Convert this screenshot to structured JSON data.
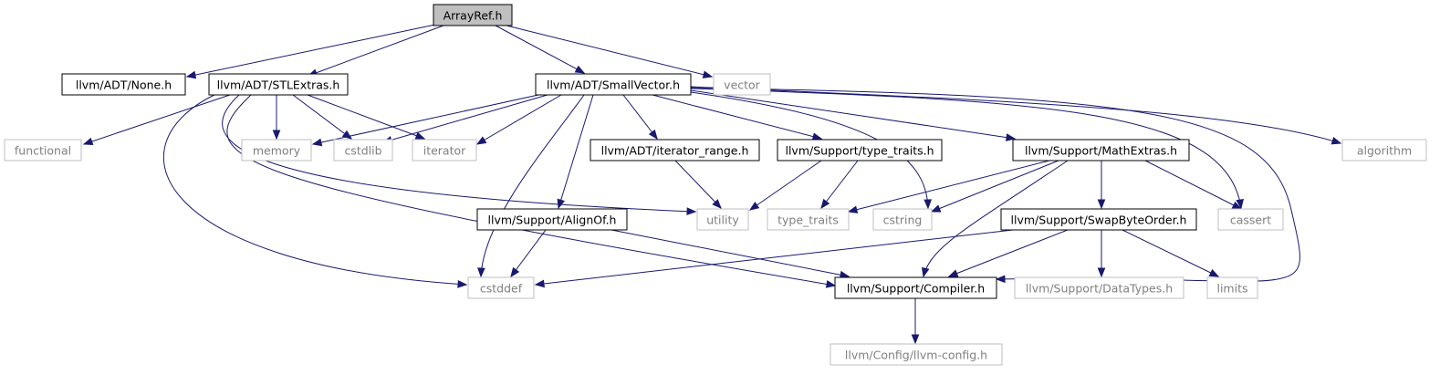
{
  "graph": {
    "colors": {
      "root_fill": "#bfbfbf",
      "documented_border": "#000000",
      "external_border": "#bfbfbf",
      "external_text": "#7f7f7f",
      "text": "#000000",
      "edge": "#191970"
    },
    "nodes": [
      {
        "id": "arrayref",
        "label": "ArrayRef.h",
        "kind": "root"
      },
      {
        "id": "none",
        "label": "llvm/ADT/None.h",
        "kind": "documented"
      },
      {
        "id": "stlextras",
        "label": "llvm/ADT/STLExtras.h",
        "kind": "documented"
      },
      {
        "id": "smallvector",
        "label": "llvm/ADT/SmallVector.h",
        "kind": "documented"
      },
      {
        "id": "vector",
        "label": "vector",
        "kind": "external"
      },
      {
        "id": "functional",
        "label": "functional",
        "kind": "external"
      },
      {
        "id": "memory",
        "label": "memory",
        "kind": "external"
      },
      {
        "id": "cstdlib",
        "label": "cstdlib",
        "kind": "external"
      },
      {
        "id": "iterator",
        "label": "iterator",
        "kind": "external"
      },
      {
        "id": "iterator_range",
        "label": "llvm/ADT/iterator_range.h",
        "kind": "documented"
      },
      {
        "id": "type_traits_h",
        "label": "llvm/Support/type_traits.h",
        "kind": "documented"
      },
      {
        "id": "mathextras",
        "label": "llvm/Support/MathExtras.h",
        "kind": "documented"
      },
      {
        "id": "algorithm",
        "label": "algorithm",
        "kind": "external"
      },
      {
        "id": "alignof",
        "label": "llvm/Support/AlignOf.h",
        "kind": "documented"
      },
      {
        "id": "utility",
        "label": "utility",
        "kind": "external"
      },
      {
        "id": "type_traits",
        "label": "type_traits",
        "kind": "external"
      },
      {
        "id": "cstring",
        "label": "cstring",
        "kind": "external"
      },
      {
        "id": "swapbyteorder",
        "label": "llvm/Support/SwapByteOrder.h",
        "kind": "documented"
      },
      {
        "id": "cassert",
        "label": "cassert",
        "kind": "external"
      },
      {
        "id": "cstddef",
        "label": "cstddef",
        "kind": "external"
      },
      {
        "id": "compiler",
        "label": "llvm/Support/Compiler.h",
        "kind": "documented"
      },
      {
        "id": "datatypes",
        "label": "llvm/Support/DataTypes.h",
        "kind": "external"
      },
      {
        "id": "limits",
        "label": "limits",
        "kind": "external"
      },
      {
        "id": "llvmconfig",
        "label": "llvm/Config/llvm-config.h",
        "kind": "external"
      }
    ],
    "edges": [
      [
        "arrayref",
        "none"
      ],
      [
        "arrayref",
        "stlextras"
      ],
      [
        "arrayref",
        "smallvector"
      ],
      [
        "arrayref",
        "vector"
      ],
      [
        "stlextras",
        "functional"
      ],
      [
        "stlextras",
        "memory"
      ],
      [
        "stlextras",
        "cstdlib"
      ],
      [
        "stlextras",
        "iterator"
      ],
      [
        "stlextras",
        "utility"
      ],
      [
        "stlextras",
        "cstddef"
      ],
      [
        "stlextras",
        "compiler"
      ],
      [
        "smallvector",
        "memory"
      ],
      [
        "smallvector",
        "cstdlib"
      ],
      [
        "smallvector",
        "iterator"
      ],
      [
        "smallvector",
        "iterator_range"
      ],
      [
        "smallvector",
        "type_traits_h"
      ],
      [
        "smallvector",
        "mathextras"
      ],
      [
        "smallvector",
        "algorithm"
      ],
      [
        "smallvector",
        "alignof"
      ],
      [
        "smallvector",
        "cstddef"
      ],
      [
        "smallvector",
        "cstring"
      ],
      [
        "smallvector",
        "cassert"
      ],
      [
        "smallvector",
        "compiler"
      ],
      [
        "iterator_range",
        "utility"
      ],
      [
        "type_traits_h",
        "utility"
      ],
      [
        "type_traits_h",
        "type_traits"
      ],
      [
        "mathextras",
        "type_traits"
      ],
      [
        "mathextras",
        "cstring"
      ],
      [
        "mathextras",
        "swapbyteorder"
      ],
      [
        "mathextras",
        "cassert"
      ],
      [
        "mathextras",
        "compiler"
      ],
      [
        "alignof",
        "cstddef"
      ],
      [
        "alignof",
        "compiler"
      ],
      [
        "swapbyteorder",
        "cstddef"
      ],
      [
        "swapbyteorder",
        "compiler"
      ],
      [
        "swapbyteorder",
        "datatypes"
      ],
      [
        "swapbyteorder",
        "limits"
      ],
      [
        "compiler",
        "llvmconfig"
      ]
    ]
  }
}
